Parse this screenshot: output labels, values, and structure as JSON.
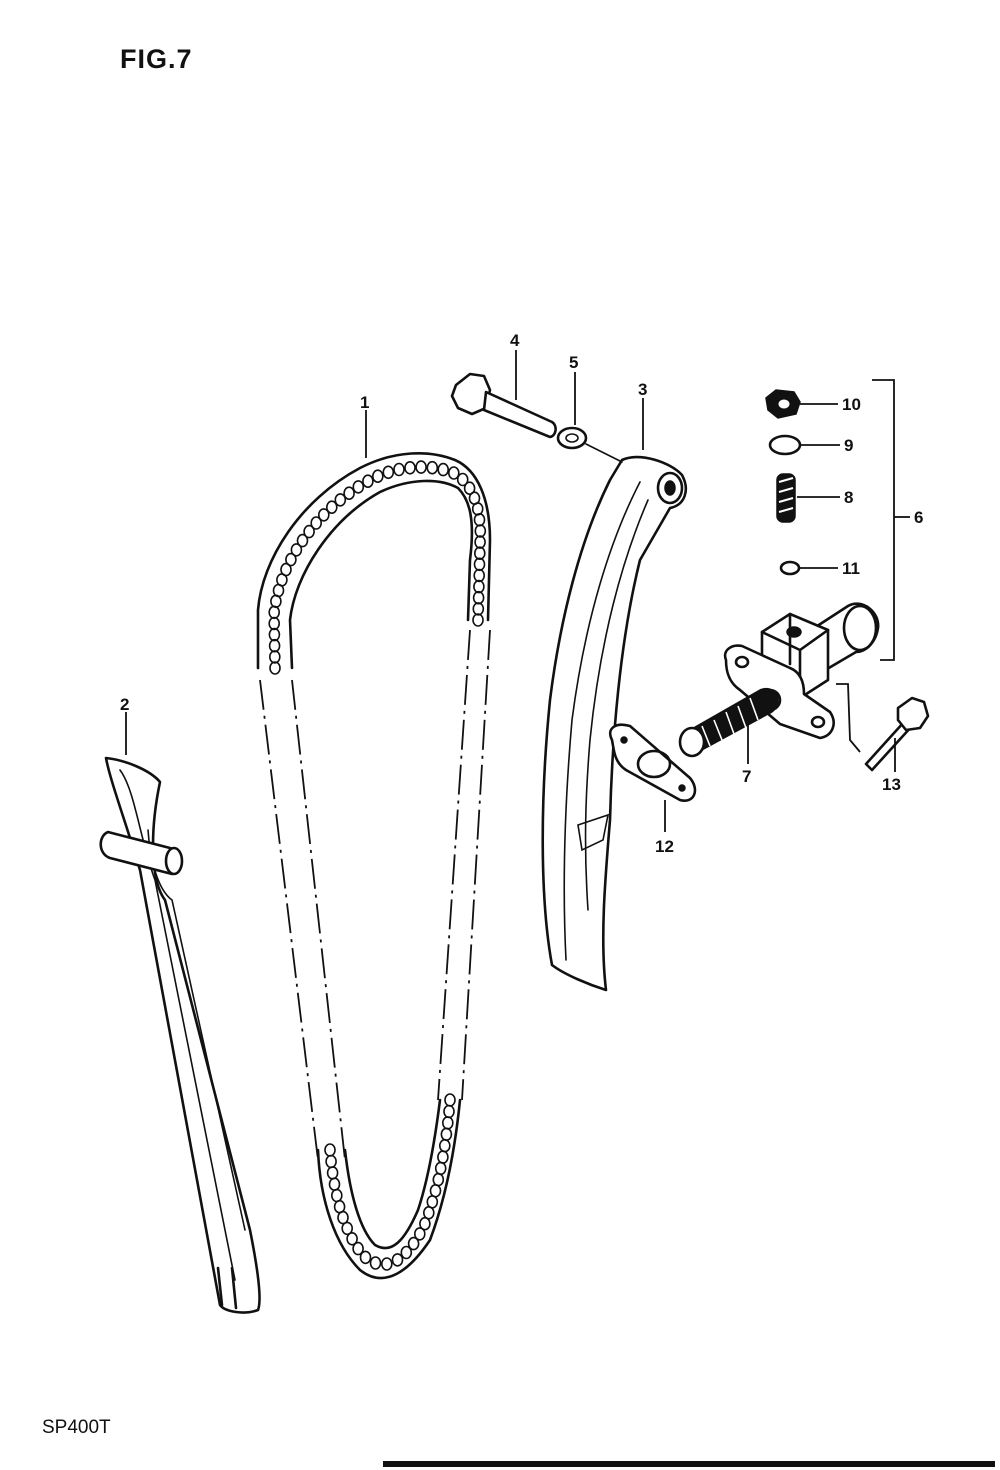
{
  "figure": {
    "title": "FIG.7",
    "model_code": "SP400T"
  },
  "callouts": {
    "cam_chain": "1",
    "chain_guide": "2",
    "chain_tensioner_arm": "3",
    "tensioner_bolt": "4",
    "washer": "5",
    "adjuster_set_bracket": "6",
    "tensioner_adjuster": "7",
    "spring": "8",
    "lock_washer": "9",
    "nut": "10",
    "o_ring": "11",
    "gasket": "12",
    "mounting_bolt": "13"
  }
}
